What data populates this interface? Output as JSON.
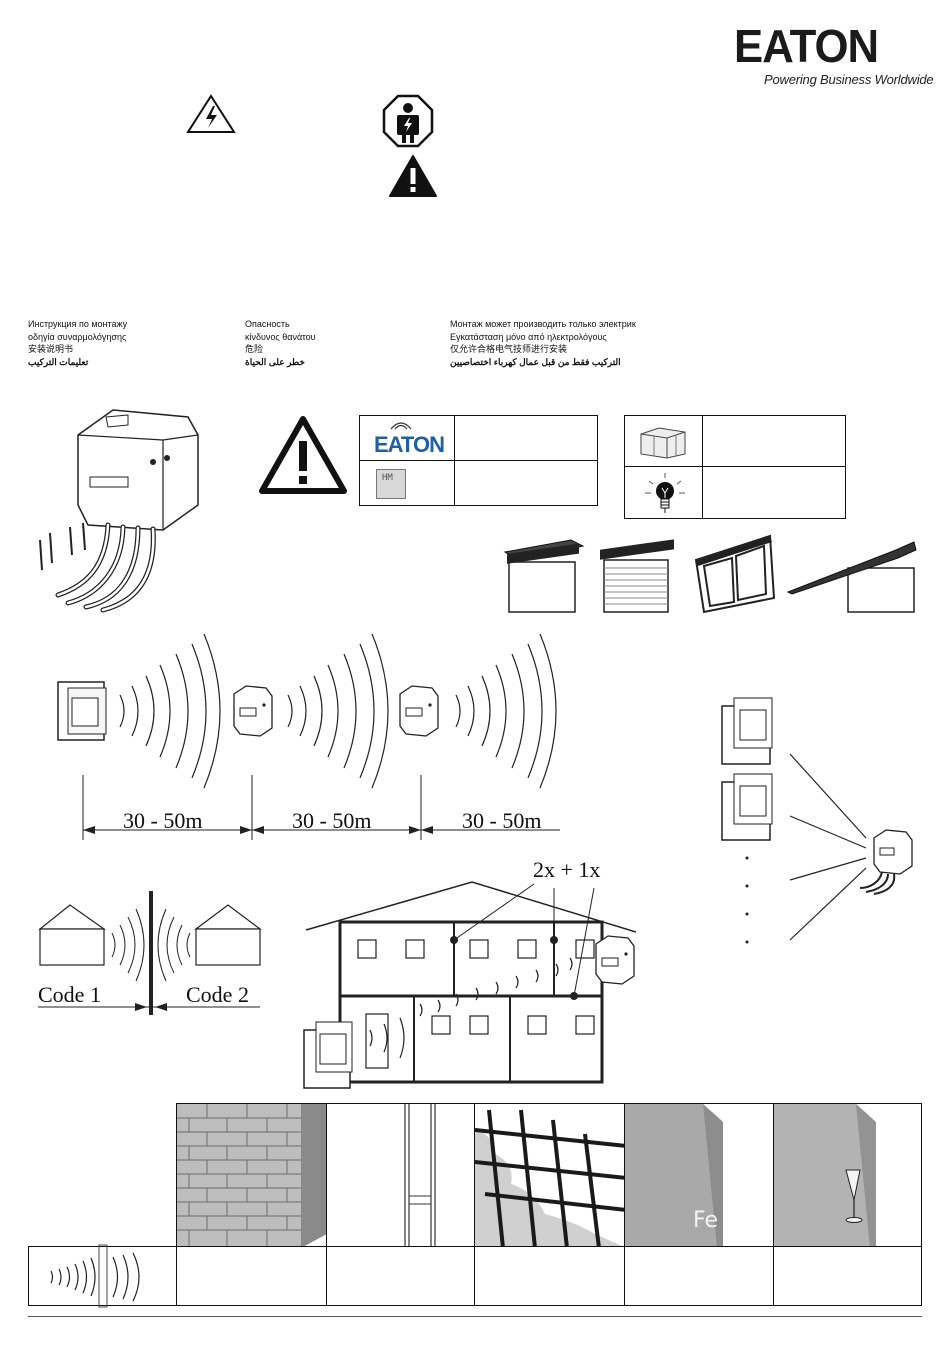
{
  "brand": {
    "name": "EATON",
    "tagline": "Powering Business Worldwide",
    "color": "#1f5fa8"
  },
  "multilingual": {
    "col1": [
      "Инструкция по монтажу",
      "οδηγία συναρμολόγησης",
      "安装说明书",
      "تعليمات التركيب"
    ],
    "col2": [
      "Опасность",
      "κίνδυνος θανάτου",
      "危险",
      "خطر على الحياة"
    ],
    "col3": [
      "Монтаж может производить только электрик",
      "Εγκατάσταση μόνο από ηλεκτρολόγους",
      "仅允许合格电气技师进行安装",
      "التركيب فقط من قبل عمال كهرباء اختصاصيين"
    ]
  },
  "compat_box": {
    "eaton_label": "EATON",
    "hm_label": "HM"
  },
  "distances": [
    "30 - 50m",
    "30 - 50m",
    "30 - 50m"
  ],
  "codes": [
    "Code 1",
    "Code 2"
  ],
  "multiplier": "2x + 1x",
  "materials": {
    "fe_label": "Fe",
    "icons": [
      "brick-wall-icon",
      "wood-panel-icon",
      "reinforced-concrete-icon",
      "metal-sheet-icon",
      "glass-icon"
    ]
  },
  "icons": [
    "high-voltage-icon",
    "electrician-icon",
    "warning-icon",
    "radio-waves-icon",
    "light-bulb-icon",
    "package-icon"
  ]
}
